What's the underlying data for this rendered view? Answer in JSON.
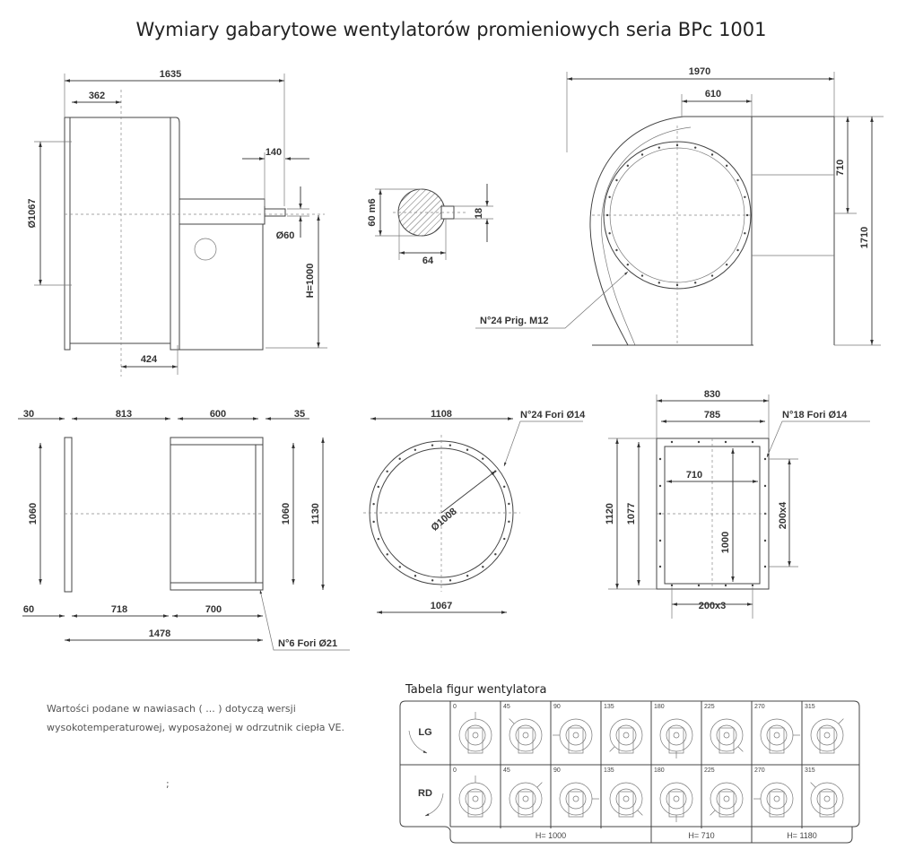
{
  "title": "Wymiary gabarytowe wentylatorów promieniowych seria BPc 1001",
  "side_view": {
    "overall": "1635",
    "inlet_depth": "362",
    "inlet_diameter": "Ø1067",
    "shaft_length": "140",
    "shaft_diameter": "Ø60",
    "height": "H=1000",
    "base": "424"
  },
  "shaft_section": {
    "diameter": "60 m6",
    "width": "64",
    "key": "18"
  },
  "front_view": {
    "width": "1970",
    "outlet_offset": "610",
    "outlet_height": "710",
    "total_height": "1710",
    "holes_label": "N°24 Prig. M12"
  },
  "top_view": {
    "d30": "30",
    "d813": "813",
    "d600": "600",
    "d35": "35",
    "h1060_left": "1060",
    "h1060_right": "1060",
    "h1130": "1130",
    "d60": "60",
    "d718": "718",
    "d700": "700",
    "d1478": "1478",
    "holes_label": "N°6 Fori Ø21"
  },
  "inlet_flange": {
    "outer": "1108",
    "inner": "1067",
    "pcd": "Ø1008",
    "holes_label": "N°24 Fori Ø14"
  },
  "outlet_flange": {
    "w830": "830",
    "w785": "785",
    "h1120": "1120",
    "h1077": "1077",
    "w710": "710",
    "h1000": "1000",
    "pitch_v": "200x4",
    "pitch_h": "200x3",
    "holes_label": "N°18 Fori Ø14"
  },
  "note": {
    "line1": "Wartości podane w nawiasach ( ... ) dotyczą wersji",
    "line2": "wysokotemperaturowej, wyposażonej w odrzutnik ciepła VE.",
    "stray": ";"
  },
  "table": {
    "title": "Tabela figur wentylatora",
    "rows": [
      "LG",
      "RD"
    ],
    "angles": [
      "0",
      "45",
      "90",
      "135",
      "180",
      "225",
      "270",
      "315"
    ],
    "height_groups": [
      "H= 1000",
      "H= 710",
      "H= 1180"
    ]
  }
}
